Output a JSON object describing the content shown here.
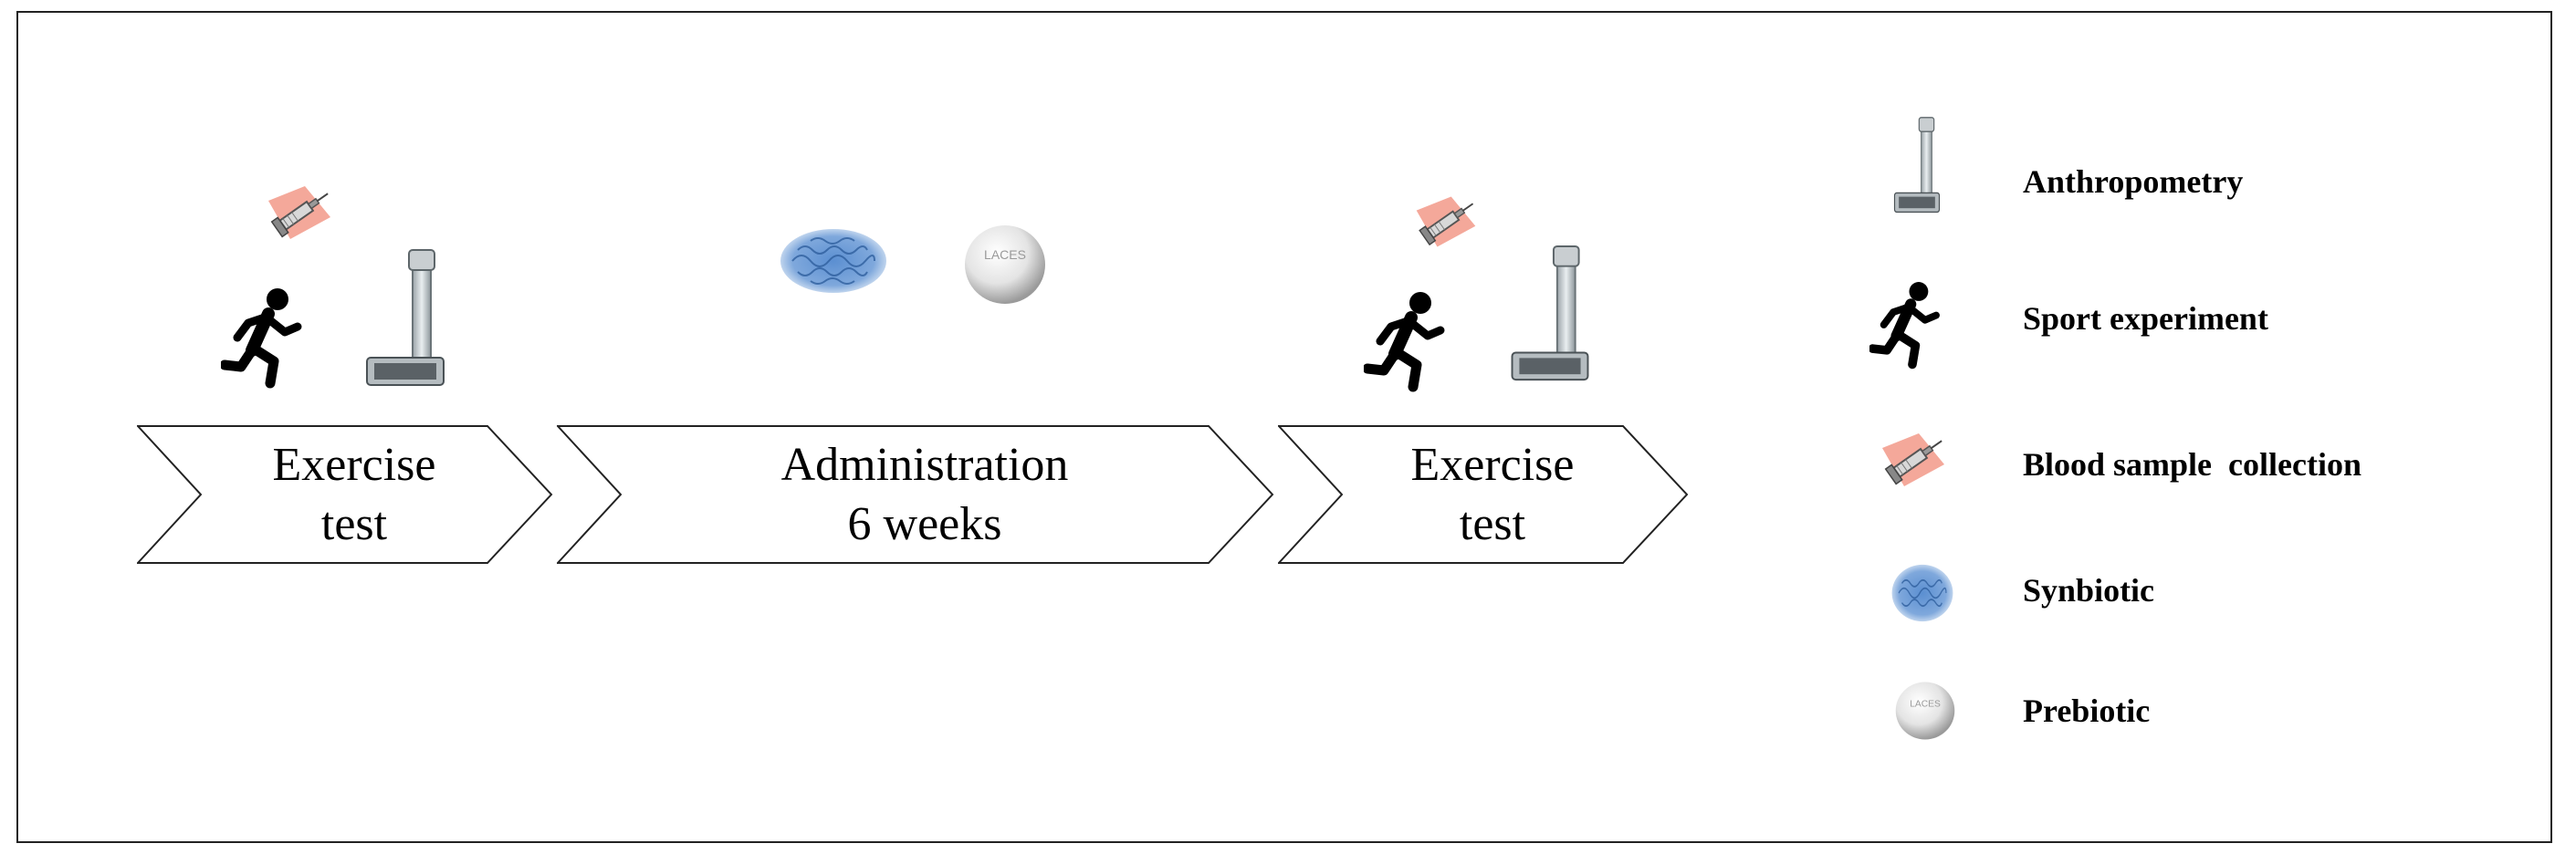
{
  "steps": [
    {
      "line1": "Exercise",
      "line2": "test"
    },
    {
      "line1": "Administration",
      "line2": "6 weeks"
    },
    {
      "line1": "Exercise",
      "line2": "test"
    }
  ],
  "pill_imprint": "LACES",
  "legend": [
    {
      "label": "Anthropometry",
      "icon": "scale-icon"
    },
    {
      "label": "Sport experiment",
      "icon": "runner-icon"
    },
    {
      "label": "Blood sample  collection",
      "icon": "syringe-icon"
    },
    {
      "label": "Synbiotic",
      "icon": "synbiotic-icon"
    },
    {
      "label": "Prebiotic",
      "icon": "prebiotic-icon"
    }
  ]
}
